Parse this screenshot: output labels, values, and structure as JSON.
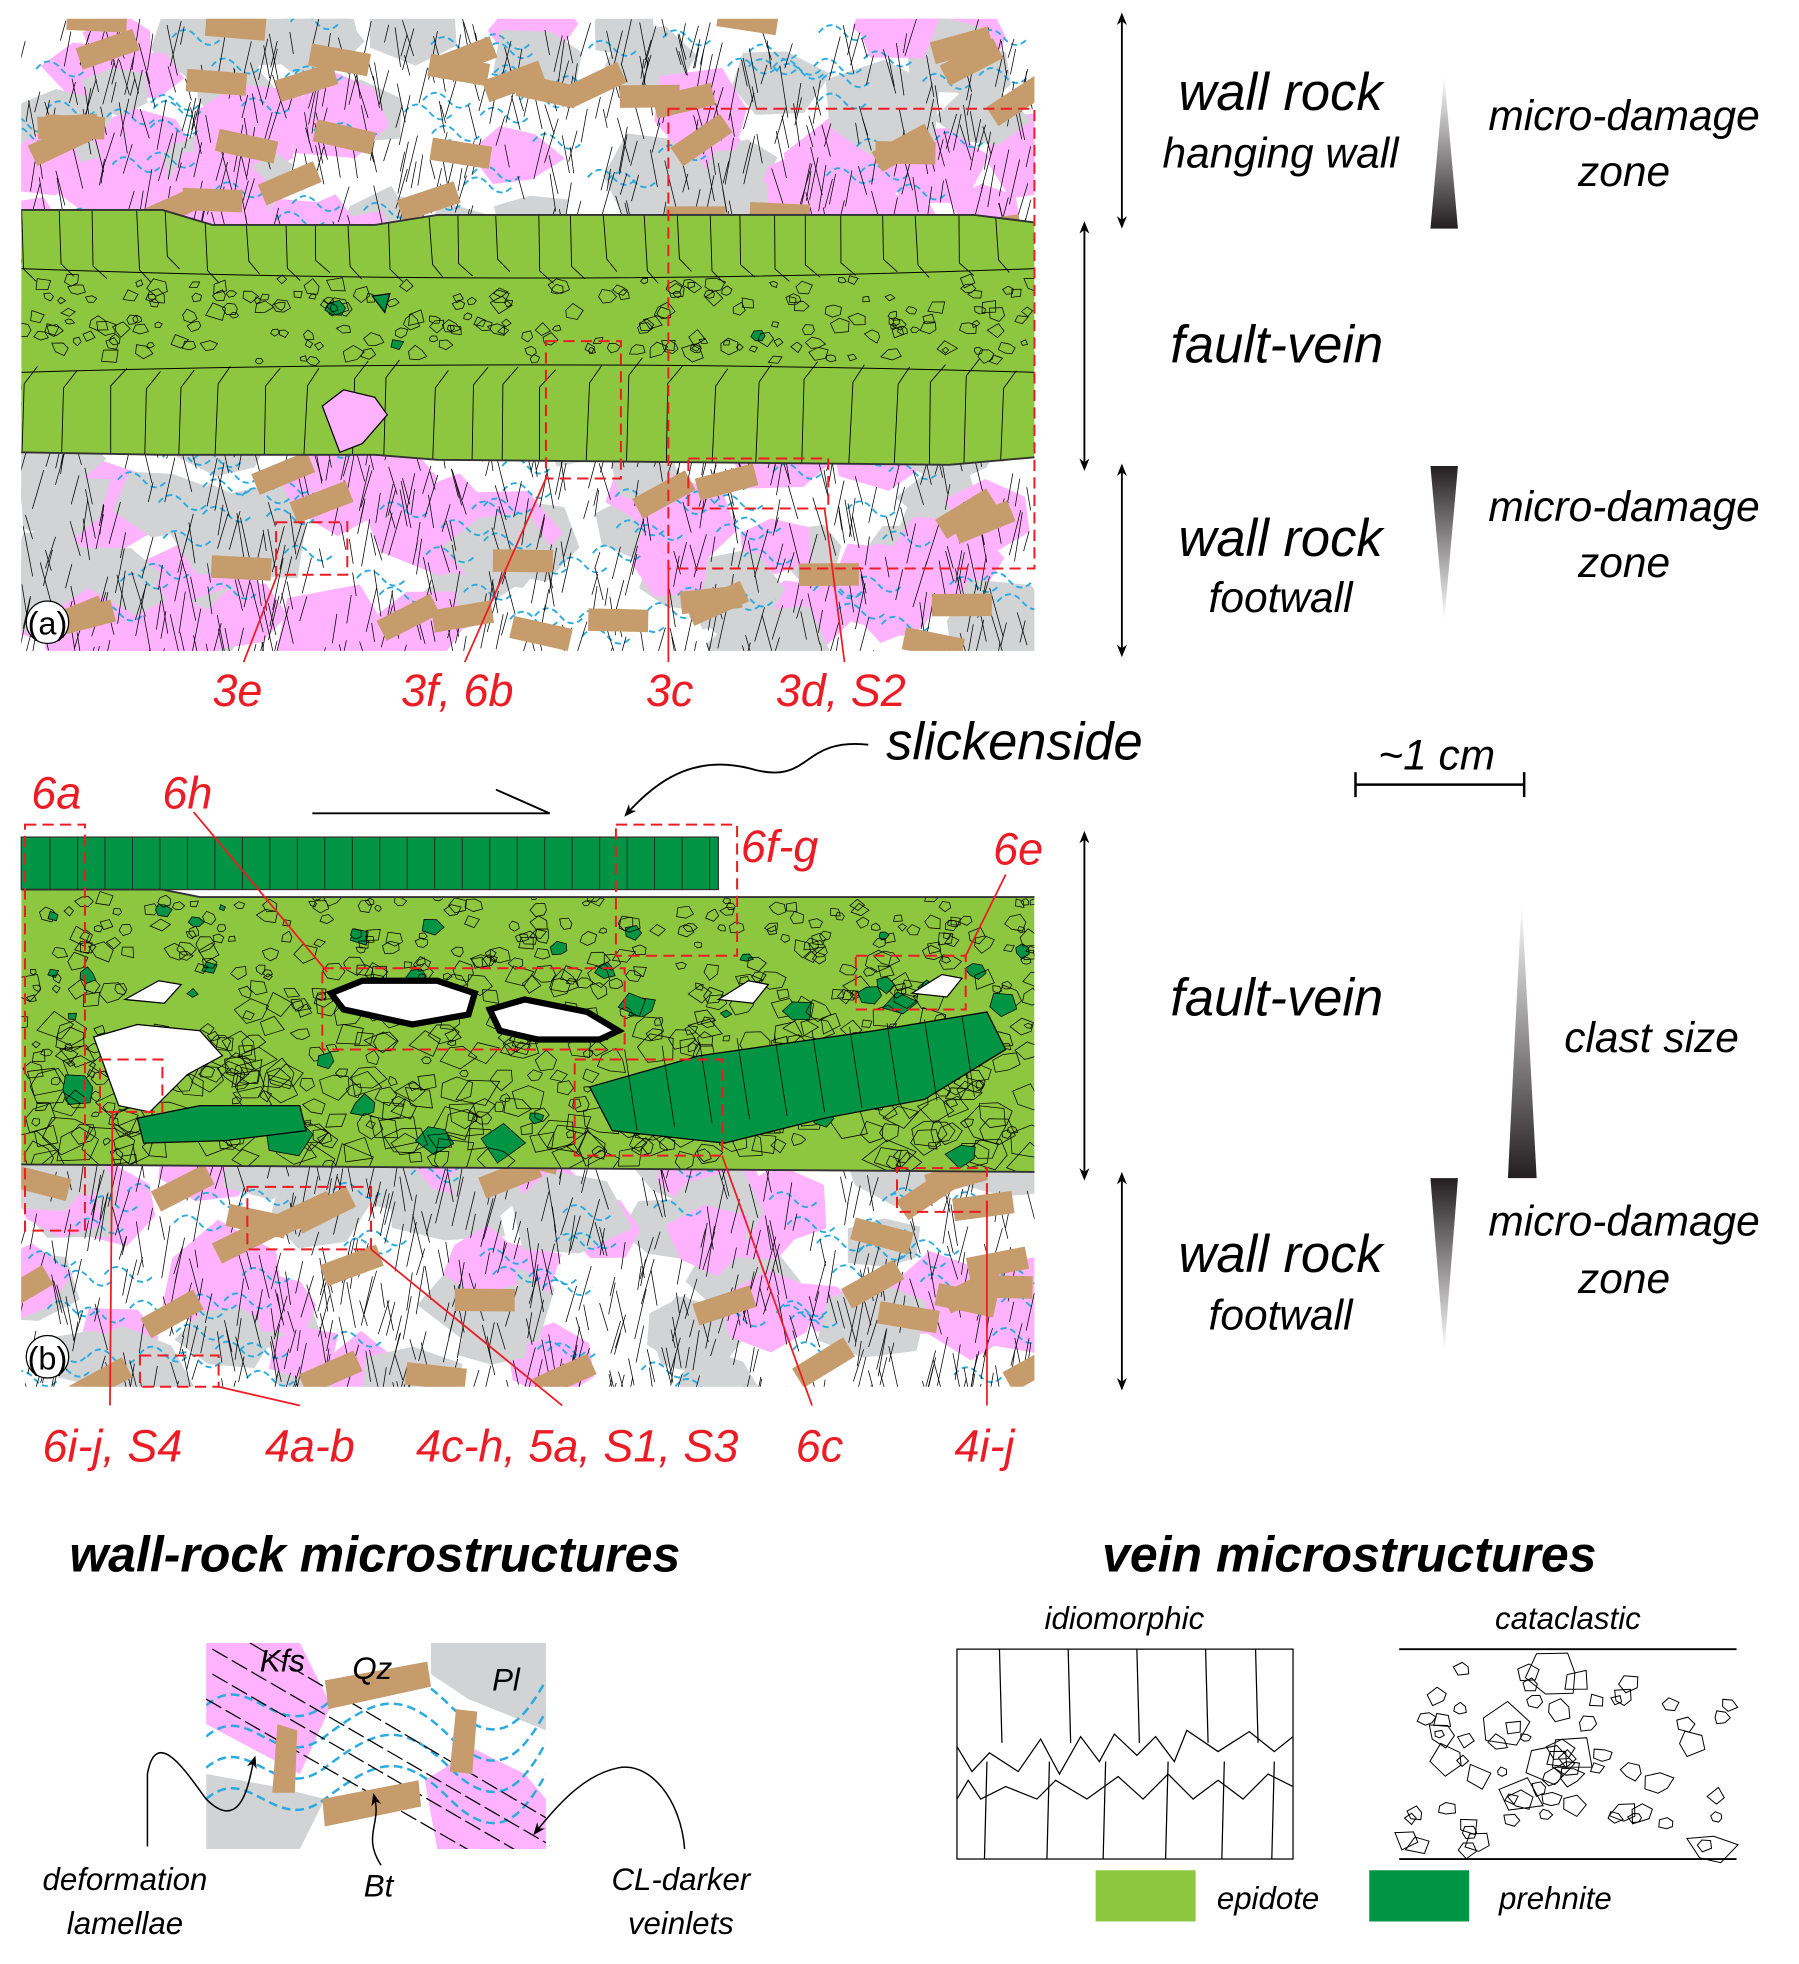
{
  "colors": {
    "epidote": "#8dc63f",
    "prehnite": "#009444",
    "plagioclase": "#d1d3d4",
    "kfeldspar": "#ffb3ff",
    "biotite": "#c69c6d",
    "veinlet": "#29abe2",
    "reference": "#ed1c24"
  },
  "panel_a": {
    "tag": "(a)",
    "hw_title": "wall rock",
    "hw_sub": "hanging wall",
    "hw_zone1": "micro-damage",
    "hw_zone2": "zone",
    "vein": "fault-vein",
    "fw_title": "wall rock",
    "fw_sub": "footwall",
    "fw_zone1": "micro-damage",
    "fw_zone2": "zone",
    "refs": [
      "3e",
      "3f, 6b",
      "3c",
      "3d, S2"
    ]
  },
  "panel_b": {
    "tag": "(b)",
    "slickenside": "slickenside",
    "scale": "~1 cm",
    "vein": "fault-vein",
    "clast": "clast size",
    "fw_title": "wall rock",
    "fw_sub": "footwall",
    "fw_zone1": "micro-damage",
    "fw_zone2": "zone",
    "refs": [
      "6a",
      "6h",
      "6f-g",
      "6e",
      "6i-j, S4",
      "4a-b",
      "4c-h, 5a, S1, S3",
      "6c",
      "4i-j"
    ]
  },
  "legend": {
    "wall_title": "wall-rock microstructures",
    "vein_title": "vein microstructures",
    "kfs": "Kfs",
    "qz": "Qz",
    "pl": "Pl",
    "bt": "Bt",
    "def1": "deformation",
    "def2": "lamellae",
    "cl1": "CL-darker",
    "cl2": "veinlets",
    "idio": "idiomorphic",
    "cata": "cataclastic",
    "epidote": "epidote",
    "prehnite": "prehnite"
  }
}
